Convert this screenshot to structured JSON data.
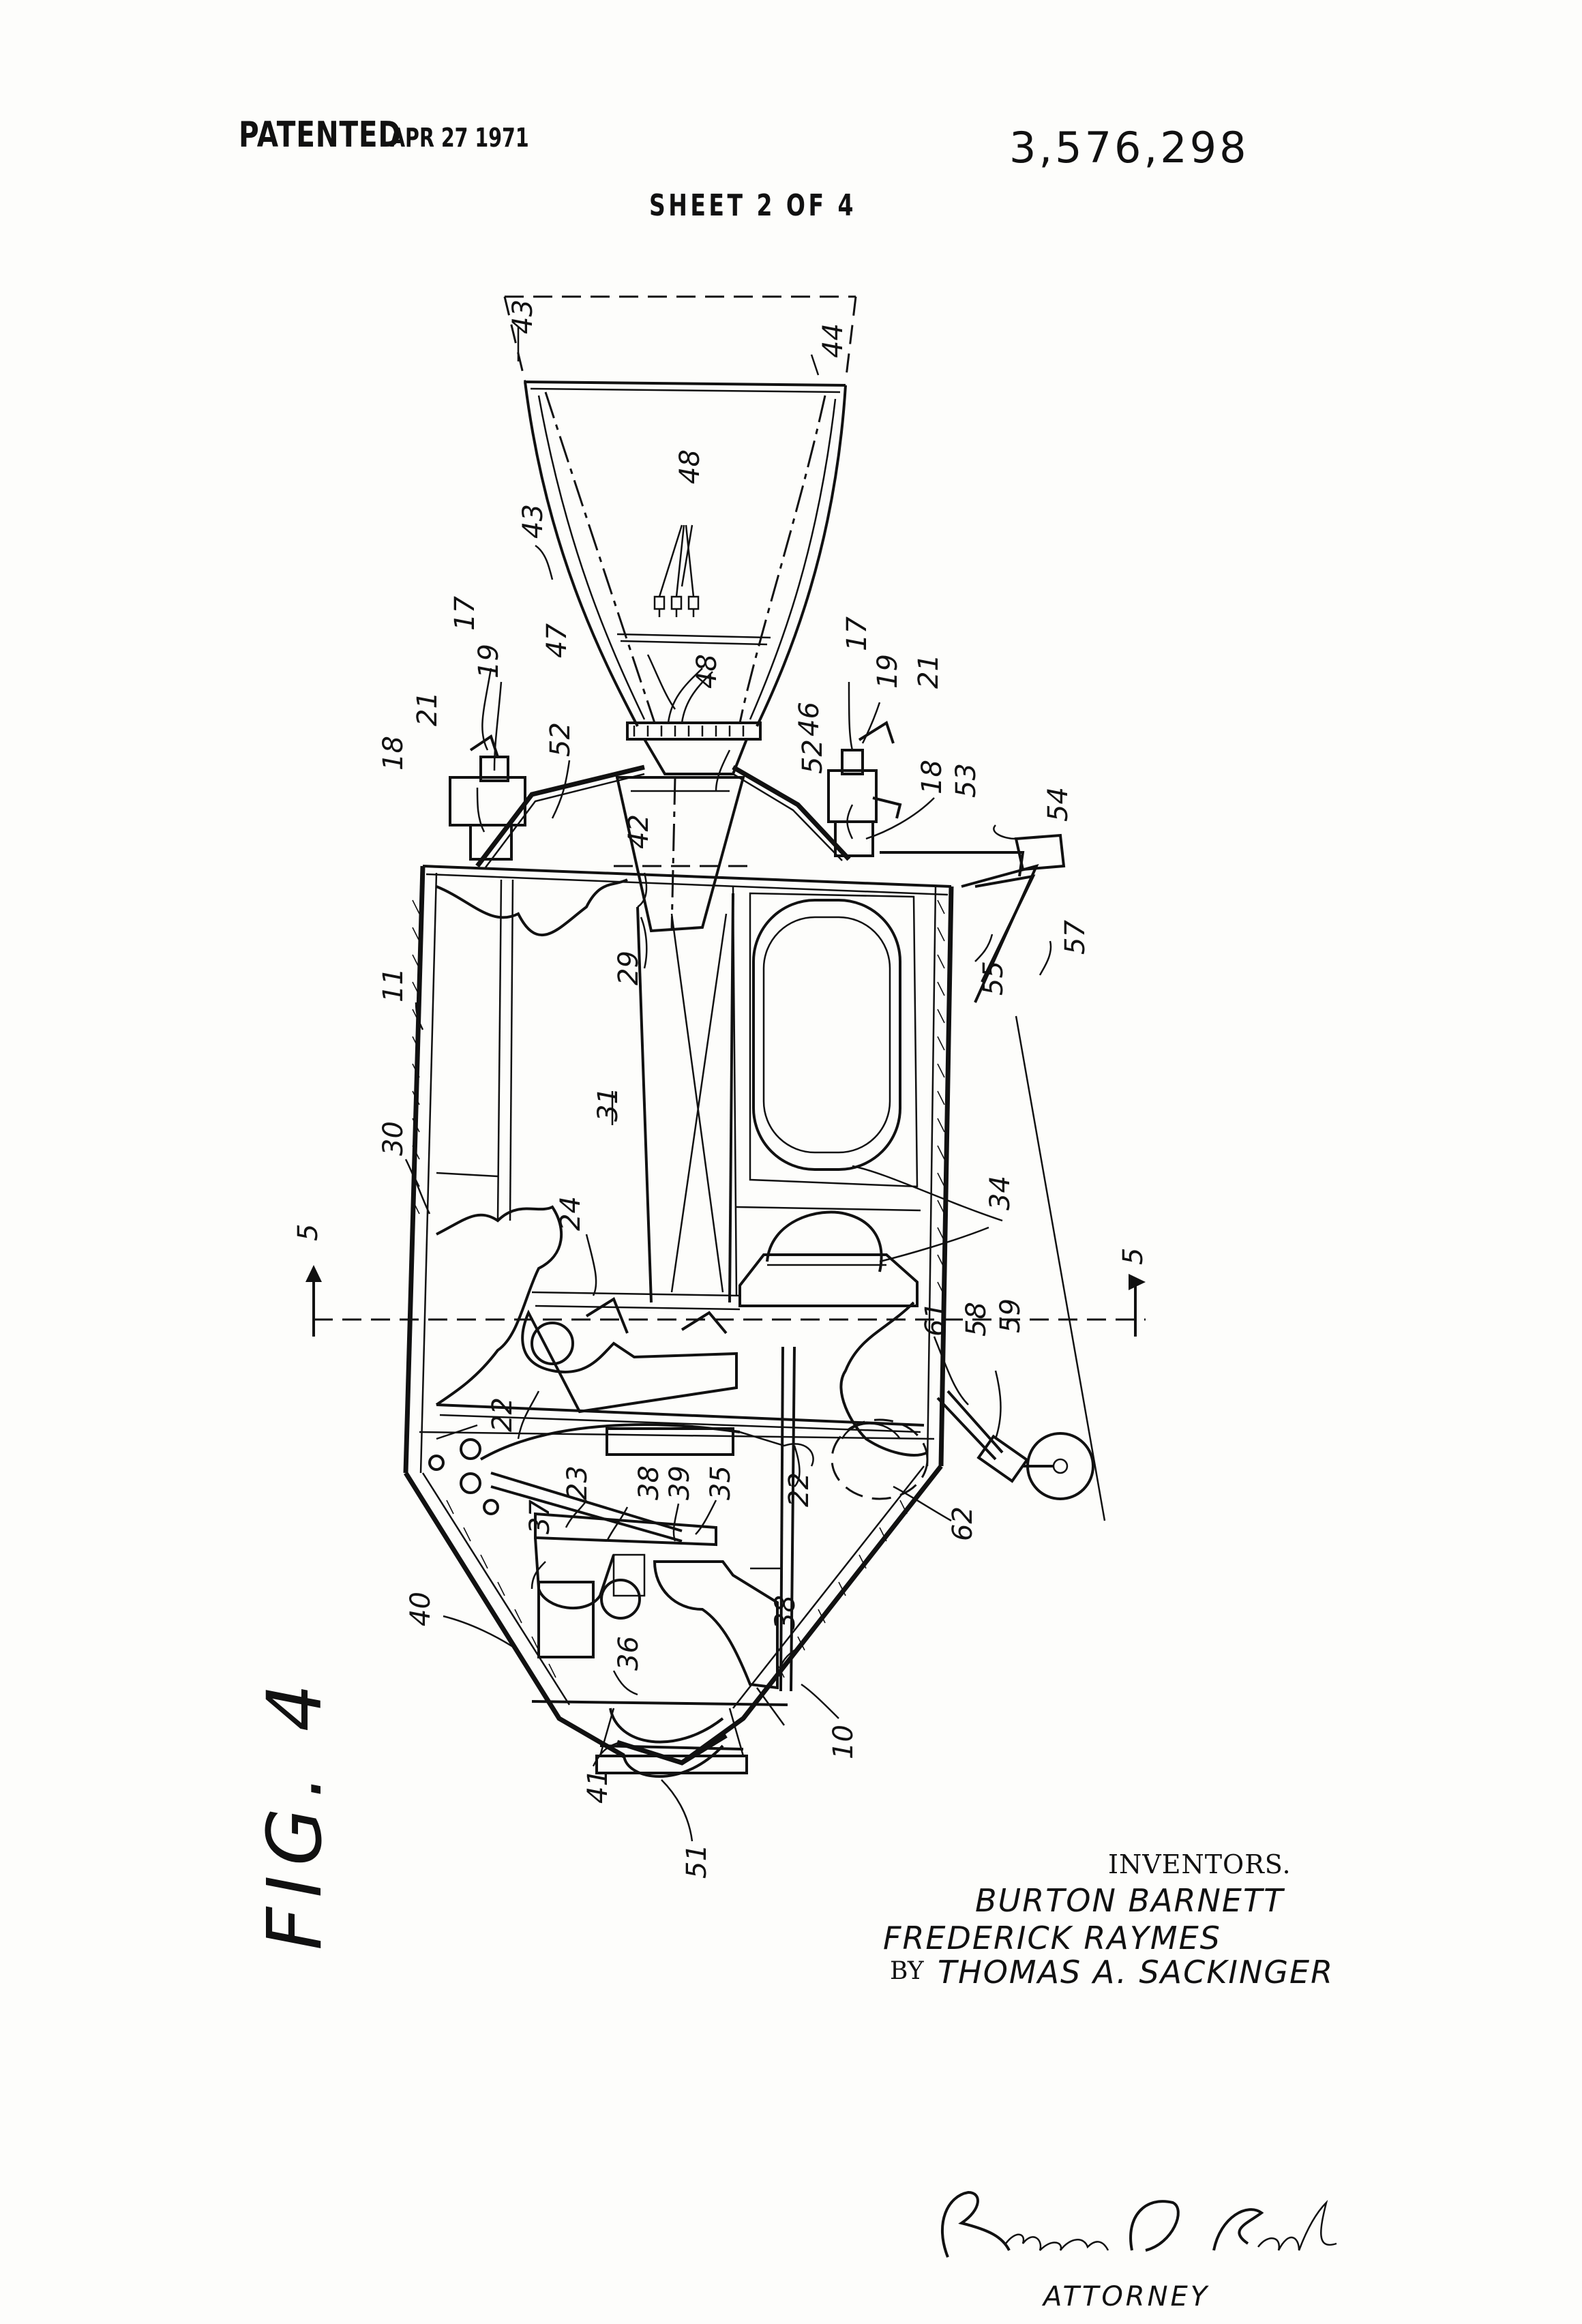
{
  "header": {
    "patented_label": "PATENTED",
    "patented_date": "APR 27 1971",
    "patent_number": "3,576,298",
    "sheet": "SHEET 2 OF 4"
  },
  "figure": {
    "label": "FIG. 4",
    "section_marker": "5"
  },
  "reference_numerals": [
    "43",
    "44",
    "48",
    "47",
    "17",
    "19",
    "21",
    "18",
    "52",
    "46",
    "53",
    "54",
    "42",
    "29",
    "57",
    "55",
    "11",
    "30",
    "31",
    "34",
    "24",
    "61",
    "58",
    "59",
    "22",
    "23",
    "38",
    "39",
    "35",
    "37",
    "62",
    "40",
    "36",
    "10",
    "41",
    "51"
  ],
  "inventors": {
    "heading": "INVENTORS.",
    "names": [
      "BURTON BARNETT",
      "FREDERICK RAYMES",
      "THOMAS A. SACKINGER"
    ],
    "by_label": "BY",
    "signature": "Richard D. Seibel",
    "attorney_label": "ATTORNEY"
  }
}
